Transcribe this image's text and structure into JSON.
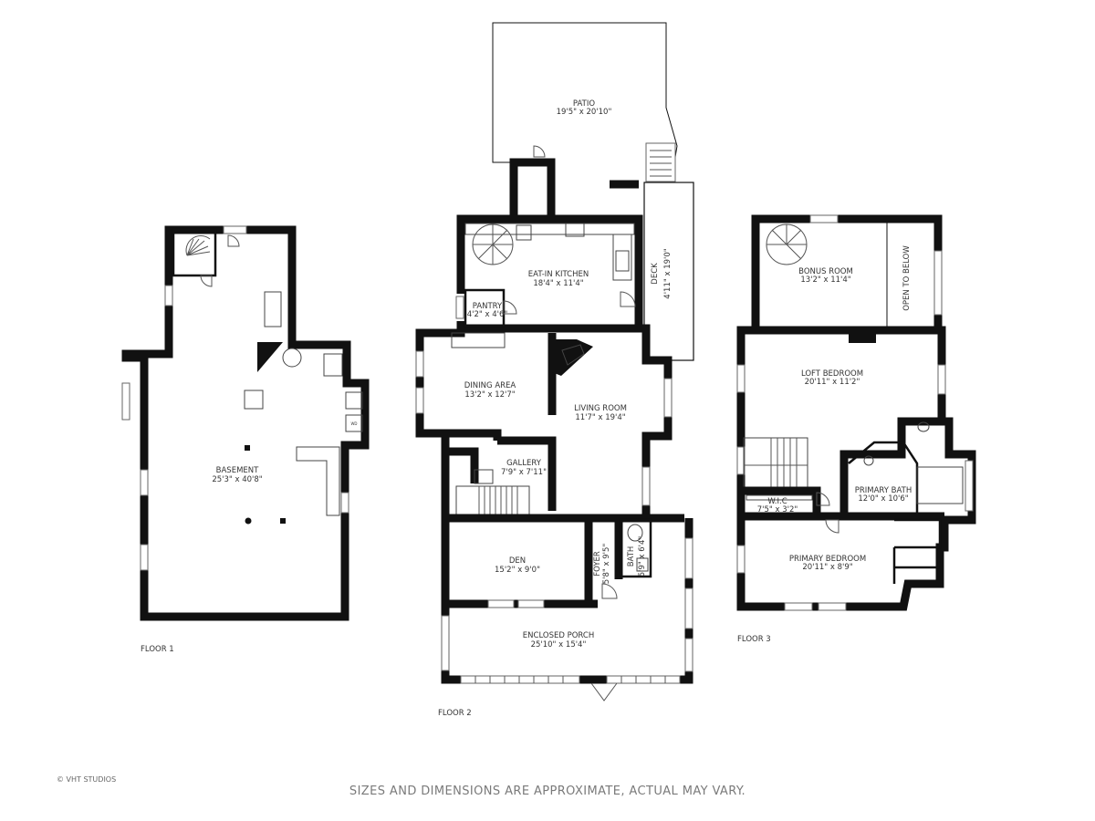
{
  "floors": [
    {
      "label": "FLOOR 1",
      "rooms": [
        {
          "name": "BASEMENT",
          "dims": "25'3\" x 40'8\""
        }
      ],
      "fixtures": {
        "washer": "WD"
      }
    },
    {
      "label": "FLOOR 2",
      "rooms": [
        {
          "name": "PATIO",
          "dims": "19'5\" x 20'10\""
        },
        {
          "name": "EAT-IN KITCHEN",
          "dims": "18'4\" x 11'4\""
        },
        {
          "name": "PANTRY",
          "dims": "4'2\" x 4'6\""
        },
        {
          "name": "DECK",
          "dims": "4'11\" x 19'0\""
        },
        {
          "name": "DINING AREA",
          "dims": "13'2\" x 12'7\""
        },
        {
          "name": "LIVING ROOM",
          "dims": "11'7\" x 19'4\""
        },
        {
          "name": "GALLERY",
          "dims": "7'9\" x 7'11\""
        },
        {
          "name": "DEN",
          "dims": "15'2\" x 9'0\""
        },
        {
          "name": "FOYER",
          "dims": "5'8\" x 9'5\""
        },
        {
          "name": "BATH",
          "dims": "5'9\" x 6'4\""
        },
        {
          "name": "ENCLOSED PORCH",
          "dims": "25'10\" x 15'4\""
        }
      ]
    },
    {
      "label": "FLOOR 3",
      "rooms": [
        {
          "name": "BONUS ROOM",
          "dims": "13'2\" x 11'4\""
        },
        {
          "name": "OPEN TO BELOW",
          "dims": ""
        },
        {
          "name": "LOFT BEDROOM",
          "dims": "20'11\" x 11'2\""
        },
        {
          "name": "PRIMARY BATH",
          "dims": "12'0\" x 10'6\""
        },
        {
          "name": "W.I.C",
          "dims": "7'5\" x 3'2\""
        },
        {
          "name": "PRIMARY BEDROOM",
          "dims": "20'11\" x 8'9\""
        }
      ]
    }
  ],
  "copyright": "© VHT STUDIOS",
  "disclaimer": "SIZES AND DIMENSIONS ARE APPROXIMATE, ACTUAL MAY VARY."
}
